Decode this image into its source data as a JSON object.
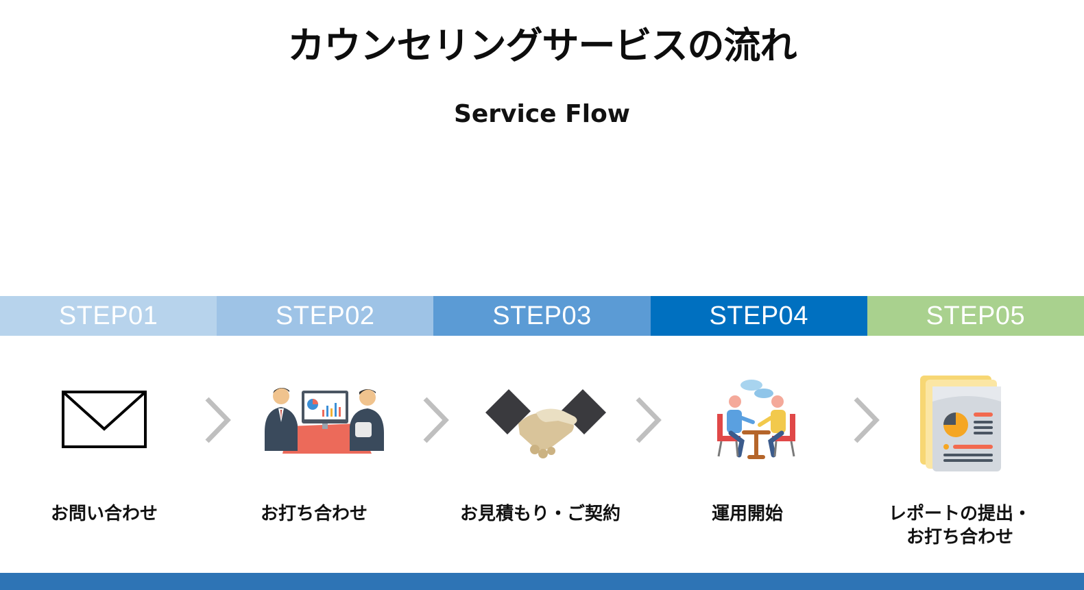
{
  "header": {
    "title": "カウンセリングサービスの流れ",
    "subtitle": "Service Flow"
  },
  "steps": [
    {
      "tab": "STEP01",
      "label": "お問い合わせ",
      "icon": "envelope-icon",
      "color": "#b7d3ec"
    },
    {
      "tab": "STEP02",
      "label": "お打ち合わせ",
      "icon": "meeting-presentation-icon",
      "color": "#9ec3e6"
    },
    {
      "tab": "STEP03",
      "label": "お見積もり・ご契約",
      "icon": "handshake-icon",
      "color": "#5b9bd5"
    },
    {
      "tab": "STEP04",
      "label": "運用開始",
      "icon": "team-discussion-icon",
      "color": "#0070c0"
    },
    {
      "tab": "STEP05",
      "label_line1": "レポートの提出・",
      "label_line2": "お打ち合わせ",
      "icon": "report-document-icon",
      "color": "#a9d18e"
    }
  ],
  "theme": {
    "arrow_color": "#bfbfbf",
    "footer_color": "#2e74b5"
  }
}
